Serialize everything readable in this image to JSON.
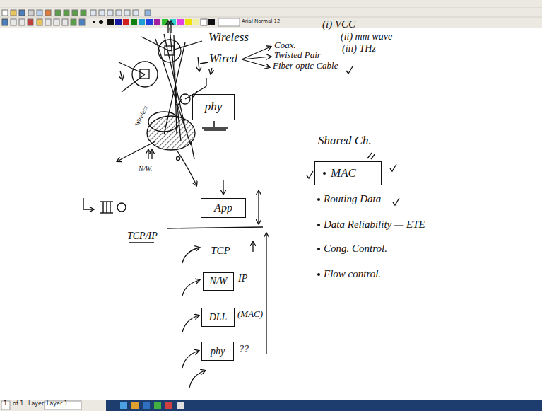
{
  "diagram": {
    "nodes": [
      {
        "text": [
          "phy"
        ]
      },
      {
        "text": [
          "MAC"
        ]
      },
      {
        "text": [
          "App"
        ]
      },
      {
        "text": [
          "TCP"
        ]
      },
      {
        "text": [
          "N/W"
        ]
      },
      {
        "text": [
          "DLL"
        ]
      },
      {
        "text": [
          "phy"
        ]
      }
    ],
    "labels": [
      "Wireless",
      "Wired",
      "Coax.",
      "Twisted Pair",
      "Fiber optic Cable",
      "(i) VCC",
      "(ii) mm wave",
      "(iii) THz",
      "Shared Ch.",
      "Routing Data",
      "Data Reliability — ETE",
      "Cong. Control.",
      "Flow control.",
      "TCP/IP",
      "IP",
      "(MAC)",
      "??",
      "Wireless",
      "N/W.",
      "Arial Normal 12",
      "1",
      "of 1",
      "Layer:",
      "Layer 1"
    ]
  }
}
